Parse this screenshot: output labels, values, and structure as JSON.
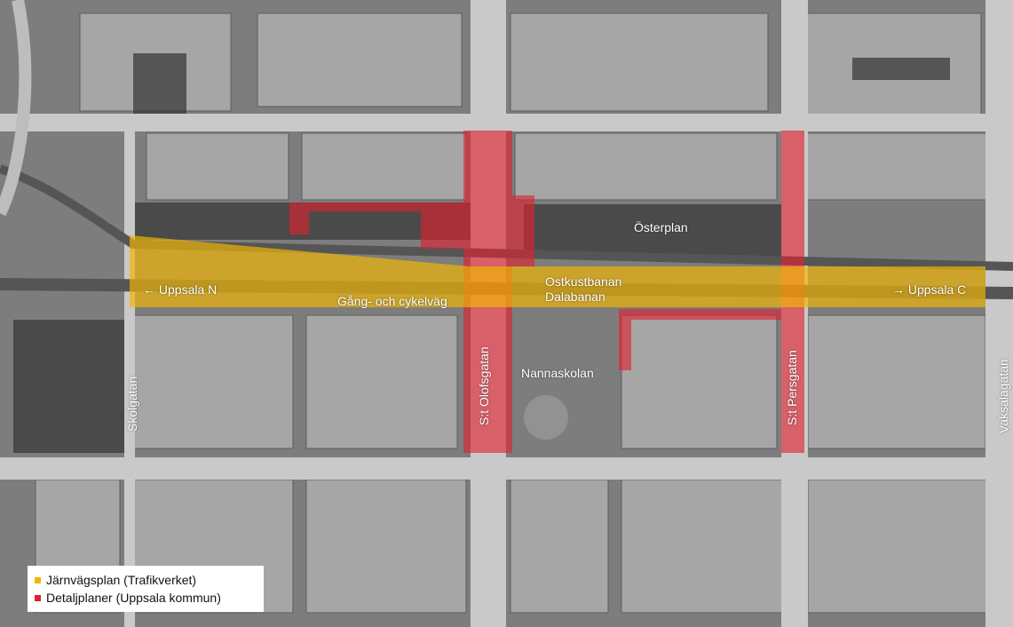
{
  "colors": {
    "railway_plan": "#f2b705",
    "detail_plans": "#e0202e"
  },
  "labels": {
    "osterplan": "Österplan",
    "uppsala_n": "← Uppsala N",
    "uppsala_c": "→ Uppsala C",
    "ostkustbanan": "Ostkustbanan",
    "dalabanan": "Dalabanan",
    "gang_cykelvag": "Gång- och cykelväg",
    "nannaskolan": "Nannaskolan",
    "skolgatan": "Skolgatan",
    "st_olofsgatan": "S:t Olofsgatan",
    "st_persgatan": "S:t Persgatan",
    "vaksalagatan": "Vaksalagatan"
  },
  "legend": {
    "railway_plan": "Järnvägsplan (Trafikverket)",
    "detail_plans": "Detaljplaner (Uppsala kommun)"
  }
}
